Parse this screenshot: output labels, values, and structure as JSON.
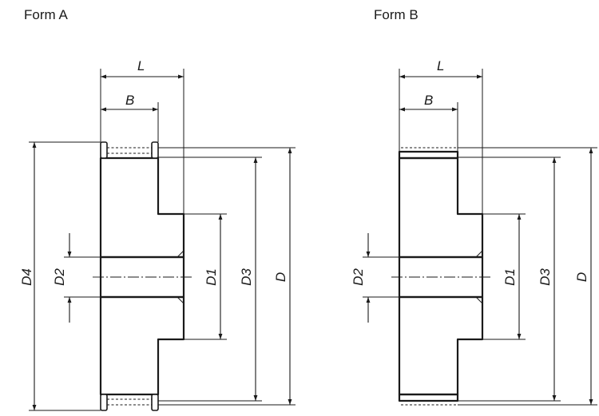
{
  "figures": [
    {
      "title": "Form A",
      "labels": {
        "L": "L",
        "B": "B",
        "D4": "D4",
        "D2": "D2",
        "D1": "D1",
        "D3": "D3",
        "D": "D"
      }
    },
    {
      "title": "Form B",
      "labels": {
        "L": "L",
        "B": "B",
        "D2": "D2",
        "D1": "D1",
        "D3": "D3",
        "D": "D"
      }
    }
  ]
}
